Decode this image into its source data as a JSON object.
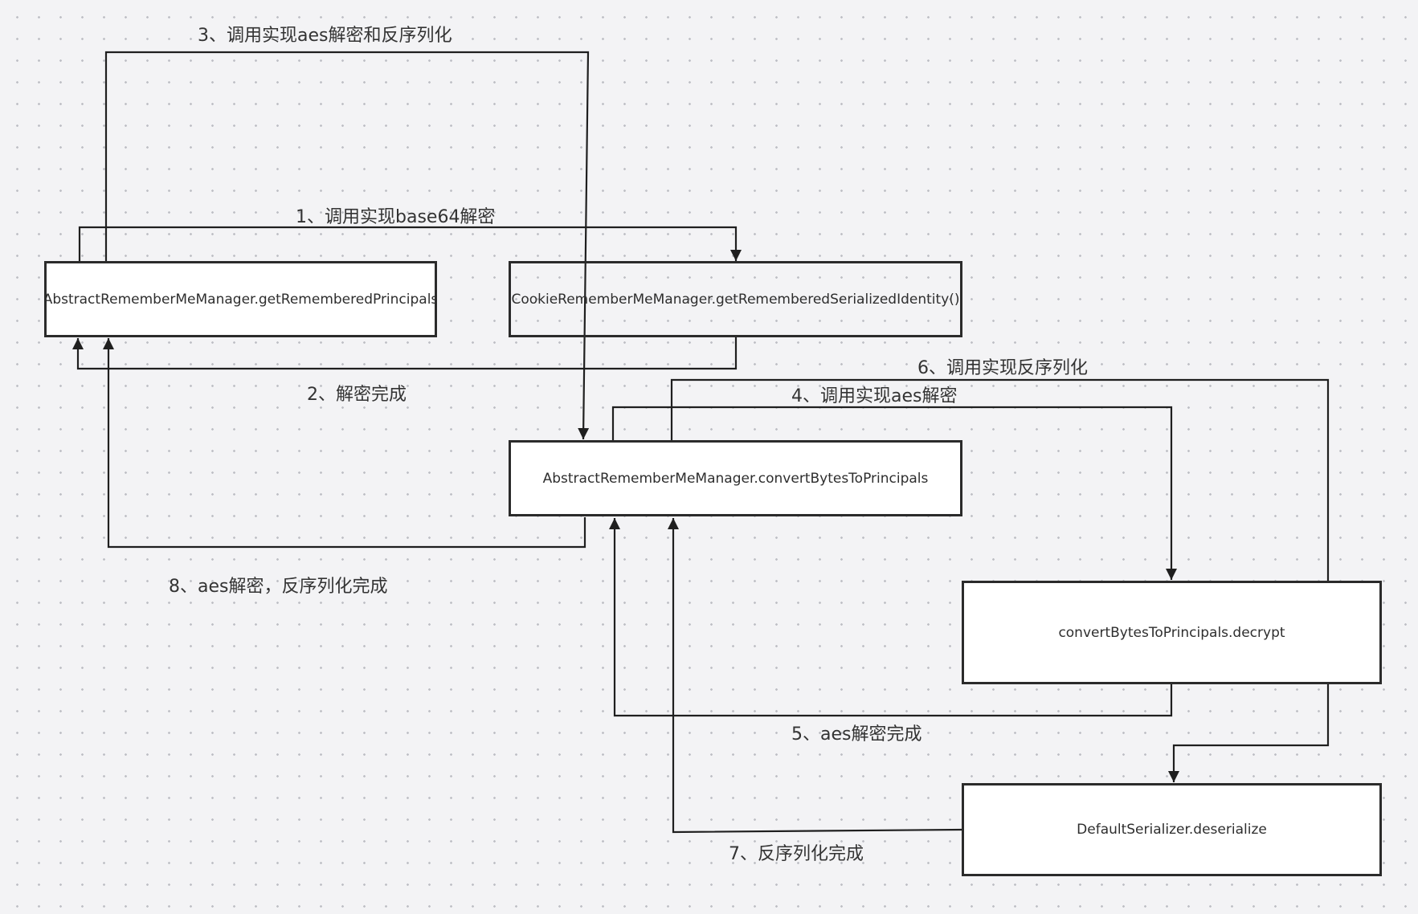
{
  "nodes": {
    "get_remembered_principals": "AbstractRememberMeManager.getRememberedPrincipals",
    "cookie_identity": "CookieRememberMeManager.getRememberedSerializedIdentity()",
    "convert_bytes": "AbstractRememberMeManager.convertBytesToPrincipals",
    "decrypt": "convertBytesToPrincipals.decrypt",
    "deserialize": "DefaultSerializer.deserialize"
  },
  "edges": {
    "step1": "1、调用实现base64解密",
    "step2": "2、解密完成",
    "step3": "3、调用实现aes解密和反序列化",
    "step4": "4、调用实现aes解密",
    "step5": "5、aes解密完成",
    "step6": "6、调用实现反序列化",
    "step7": "7、反序列化完成",
    "step8": "8、aes解密，反序列化完成"
  },
  "colors": {
    "line": "#1f1f1f",
    "box_border": "#2b2b2b",
    "background": "#f3f3f5"
  }
}
